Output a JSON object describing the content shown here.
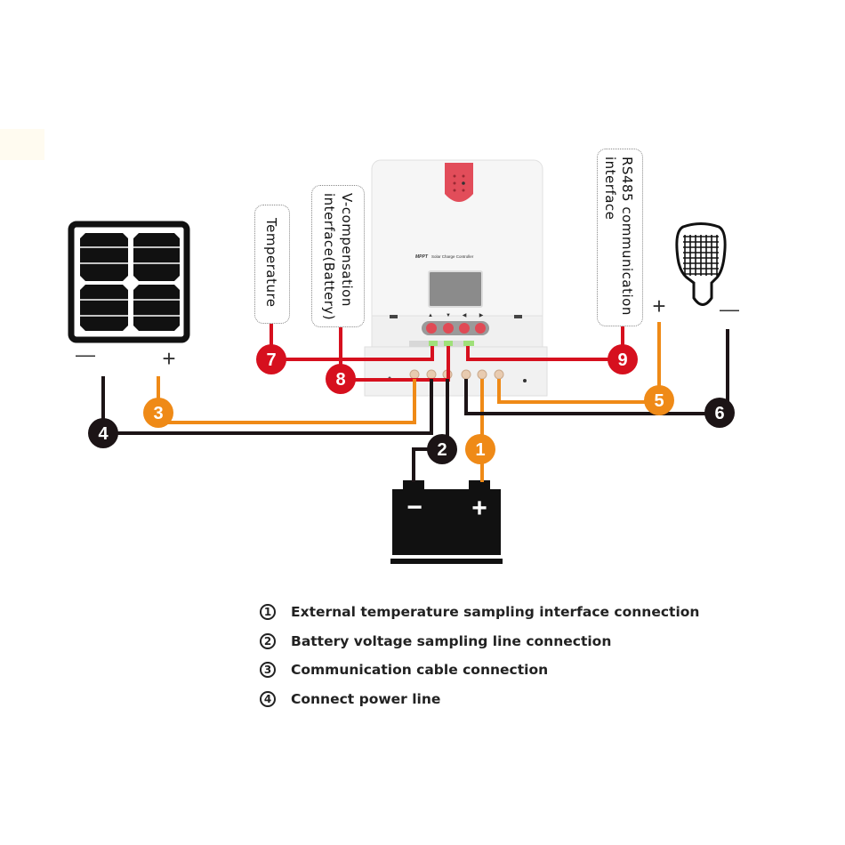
{
  "colors": {
    "red": "#d6101e",
    "orange": "#ef8a17",
    "black": "#1c1416",
    "controller_body": "#f4f4f4",
    "controller_screen": "#8a8a8a",
    "led_green": "#9fe07a",
    "button_red": "#e04a55"
  },
  "controller": {
    "brand_text": "MPPT",
    "product_text": "Solar Charge Controller",
    "button_arrows": [
      "▲",
      "▼",
      "◀",
      "▶"
    ]
  },
  "callouts": {
    "temperature": "Temperature",
    "v_compensation_line1": "V-compensation",
    "v_compensation_line2": "interface(Battery)",
    "rs485_line1": "RS485 communication",
    "rs485_line2": "interface"
  },
  "terminals": {
    "solar_minus": "—",
    "solar_plus": "+",
    "load_plus": "+",
    "load_minus": "—",
    "battery_minus": "−",
    "battery_plus": "+"
  },
  "badges": {
    "b1": "1",
    "b2": "2",
    "b3": "3",
    "b4": "4",
    "b5": "5",
    "b6": "6",
    "b7": "7",
    "b8": "8",
    "b9": "9"
  },
  "legend": [
    {
      "num": "1",
      "text": "External temperature sampling interface connection"
    },
    {
      "num": "2",
      "text": "Battery voltage sampling line connection"
    },
    {
      "num": "3",
      "text": "Communication cable connection"
    },
    {
      "num": "4",
      "text": "Connect power line"
    }
  ]
}
